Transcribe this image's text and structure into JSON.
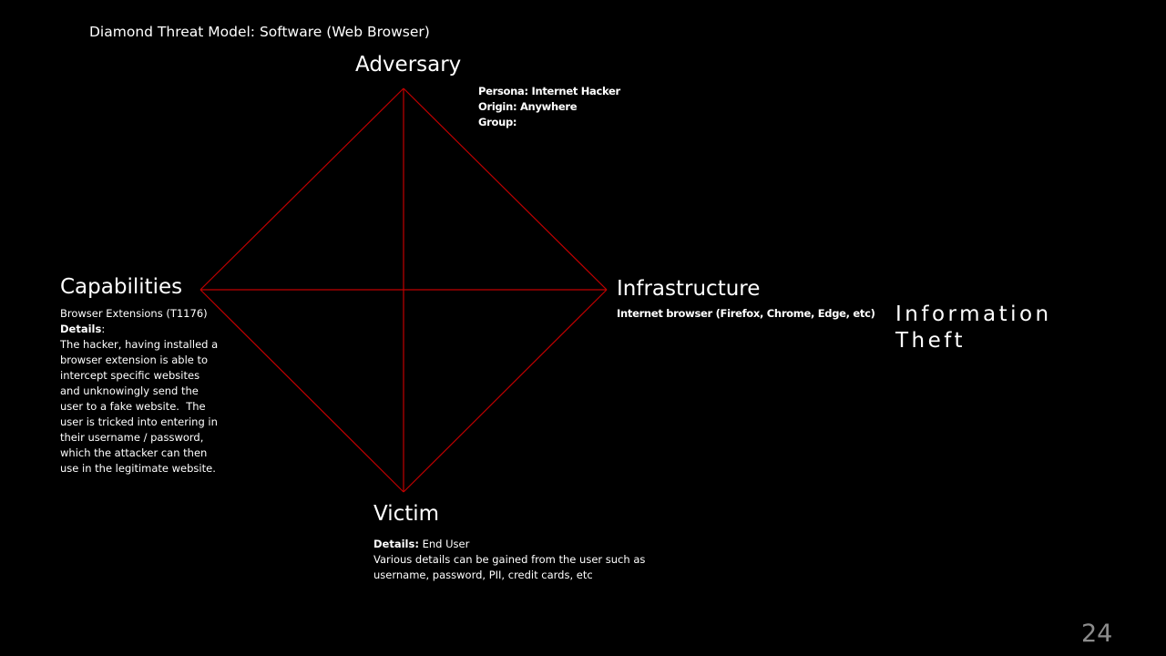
{
  "slide": {
    "title": "Diamond Threat Model: Software (Web Browser)",
    "page_number": "24",
    "line_color": "#c00000",
    "background": "#000000"
  },
  "adversary": {
    "title": "Adversary",
    "persona": "Persona: Internet Hacker",
    "origin": "Origin: Anywhere",
    "group": "Group:"
  },
  "capabilities": {
    "title": "Capabilities",
    "technique": "Browser Extensions (T1176)",
    "details_label": "Details",
    "details_text": [
      "The hacker, having installed a",
      "browser extension is able to",
      "intercept specific websites",
      "and unknowingly send the",
      "user to a fake website.  The",
      "user is tricked into entering in",
      "their username / password,",
      "which the attacker can then",
      "use in the legitimate website."
    ]
  },
  "infrastructure": {
    "title": "Infrastructure",
    "details": "Internet browser (Firefox, Chrome, Edge, etc)"
  },
  "victim": {
    "title": "Victim",
    "details_label": "Details:",
    "details_value": " End User",
    "description": [
      "Various details can be gained from the user such as",
      "username, password, PII, credit cards, etc"
    ]
  },
  "event": {
    "line1": "Information",
    "line2": "Theft"
  }
}
